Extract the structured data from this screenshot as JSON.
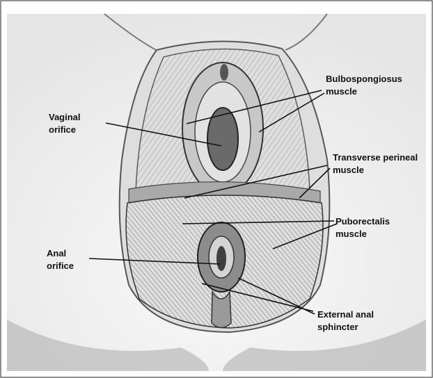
{
  "labels": {
    "bulbospongiosus": [
      "Bulbospongiosus",
      "muscle"
    ],
    "vaginal_orifice": [
      "Vaginal",
      "orifice"
    ],
    "transverse_perineal": [
      "Transverse perineal",
      "muscle"
    ],
    "puborectalis": [
      "Puborectalis",
      "muscle"
    ],
    "anal_orifice": [
      "Anal",
      "orifice"
    ],
    "external_anal_sphincter": [
      "External anal",
      "sphincter"
    ]
  },
  "colors": {
    "background": "#ffffff",
    "pencil_light": "#d9d9d9",
    "pencil_mid": "#9a9a9a",
    "pencil_dark": "#3c3c3c",
    "leader_line": "#111111"
  }
}
